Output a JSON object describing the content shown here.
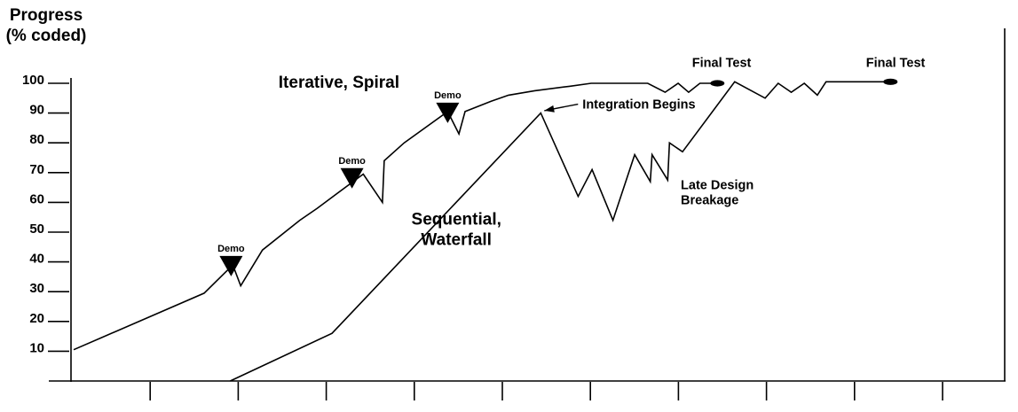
{
  "chart_data": {
    "type": "line",
    "ylabel": "Progress\n(% coded)",
    "ylim": [
      0,
      100
    ],
    "yticks": [
      10,
      20,
      30,
      40,
      50,
      60,
      70,
      80,
      90,
      100
    ],
    "x_tick_count": 10,
    "grid": false,
    "series": [
      {
        "name": "Iterative, Spiral",
        "points": [
          [
            0.0,
            10.5
          ],
          [
            1.5,
            29.5
          ],
          [
            1.83,
            39.0
          ],
          [
            1.92,
            32.0
          ],
          [
            2.17,
            44.0
          ],
          [
            2.6,
            54.0
          ],
          [
            2.8,
            58.0
          ],
          [
            3.33,
            69.5
          ],
          [
            3.55,
            60.0
          ],
          [
            3.57,
            74.0
          ],
          [
            3.8,
            80.0
          ],
          [
            4.3,
            90.5
          ],
          [
            4.43,
            83.0
          ],
          [
            4.5,
            90.5
          ],
          [
            4.8,
            94.0
          ],
          [
            5.0,
            96.0
          ],
          [
            5.3,
            97.5
          ],
          [
            5.7,
            99.0
          ],
          [
            5.95,
            100.0
          ],
          [
            6.6,
            100.0
          ],
          [
            6.8,
            97.0
          ],
          [
            6.95,
            100.0
          ],
          [
            7.07,
            97.0
          ],
          [
            7.2,
            100.0
          ],
          [
            7.36,
            100.0
          ]
        ]
      },
      {
        "name": "Sequential, Waterfall",
        "points": [
          [
            1.8,
            0.0
          ],
          [
            2.97,
            16.0
          ],
          [
            5.37,
            90.0
          ],
          [
            5.8,
            62.0
          ],
          [
            5.96,
            71.0
          ],
          [
            6.2,
            54.0
          ],
          [
            6.45,
            76.0
          ],
          [
            6.63,
            67.0
          ],
          [
            6.65,
            76.0
          ],
          [
            6.83,
            67.5
          ],
          [
            6.85,
            80.0
          ],
          [
            7.0,
            77.0
          ],
          [
            7.6,
            100.5
          ],
          [
            7.95,
            95.0
          ],
          [
            8.1,
            100.0
          ],
          [
            8.25,
            97.0
          ],
          [
            8.4,
            100.0
          ],
          [
            8.55,
            96.0
          ],
          [
            8.65,
            100.5
          ],
          [
            9.35,
            100.5
          ]
        ]
      }
    ],
    "end_markers": [
      {
        "x": 7.36,
        "y": 100.0
      },
      {
        "x": 9.35,
        "y": 100.5
      }
    ],
    "demo_markers": [
      {
        "label": "Demo",
        "x": 1.81,
        "y": 42.0
      },
      {
        "label": "Demo",
        "x": 3.2,
        "y": 71.5
      },
      {
        "label": "Demo",
        "x": 4.3,
        "y": 93.5
      }
    ],
    "annotations": [
      {
        "id": "iterative",
        "text": "Iterative, Spiral",
        "x": 3.05,
        "y": 98.5,
        "anchor": "middle",
        "size": "large"
      },
      {
        "id": "sequential",
        "text": "Sequential,\nWaterfall",
        "x": 4.4,
        "y": 52.5,
        "anchor": "middle",
        "size": "large"
      },
      {
        "id": "integration",
        "text": "Integration Begins",
        "x": 5.85,
        "y": 91.5,
        "anchor": "start",
        "size": "medium",
        "arrow_to": [
          5.37,
          90.5
        ]
      },
      {
        "id": "late-design",
        "text": "Late Design\nBreakage",
        "x": 6.98,
        "y": 64.5,
        "anchor": "start",
        "size": "medium"
      },
      {
        "id": "final-test-1",
        "text": "Final Test",
        "x": 7.45,
        "y": 105.5,
        "anchor": "middle",
        "size": "medium"
      },
      {
        "id": "final-test-2",
        "text": "Final Test",
        "x": 9.45,
        "y": 105.5,
        "anchor": "middle",
        "size": "medium"
      }
    ],
    "colors": {
      "line": "#000000",
      "marker": "#000000"
    }
  }
}
